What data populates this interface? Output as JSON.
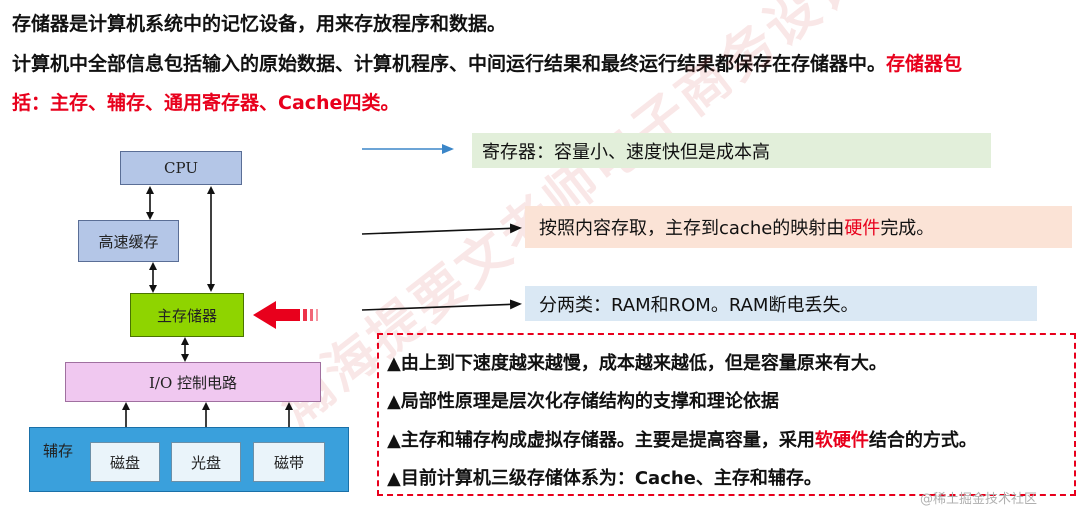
{
  "intro": {
    "line1": "存储器是计算机系统中的记忆设备，用来存放程序和数据。",
    "line2_plain": "计算机中全部信息包括输入的原始数据、计算机程序、中间运行结果和最终运行结果都保存在存储器中。",
    "line2_red": "存储器包",
    "line3_red": "括：主存、辅存、通用寄存器、Cache四类。"
  },
  "diagram": {
    "cpu": "CPU",
    "cache": "高速缓存",
    "main_memory": "主存储器",
    "io_control": "I/O 控制电路",
    "aux_storage": "辅存",
    "disk": "磁盘",
    "optical": "光盘",
    "tape": "磁带"
  },
  "notes": {
    "register": "寄存器：容量小、速度快但是成本高",
    "cache_pre": "按照内容存取，主存到cache的映射由",
    "cache_red": "硬件",
    "cache_post": "完成。",
    "main_memory": "分两类：RAM和ROM。RAM断电丢失。"
  },
  "summary": {
    "item1": "▲由上到下速度越来越慢，成本越来越低，但是容量原来有大。",
    "item2": "▲局部性原理是层次化存储结构的支撑和理论依据",
    "item3_pre": "▲主存和辅存构成虚拟存储器。主要是提高容量，采用",
    "item3_red": "软硬件",
    "item3_post": "结合的方式。",
    "item4": "▲目前计算机三级存储体系为：Cache、主存和辅存。"
  },
  "watermark": "瀚海提要文老师电子商务设计",
  "footer": "@稀土掘金技术社区",
  "colors": {
    "emphasis": "#e8001c",
    "cpu_fill": "#b4c6e7",
    "main_memory_fill": "#8fd400",
    "io_fill": "#f0c8f0",
    "aux_fill": "#3aa0dc"
  }
}
